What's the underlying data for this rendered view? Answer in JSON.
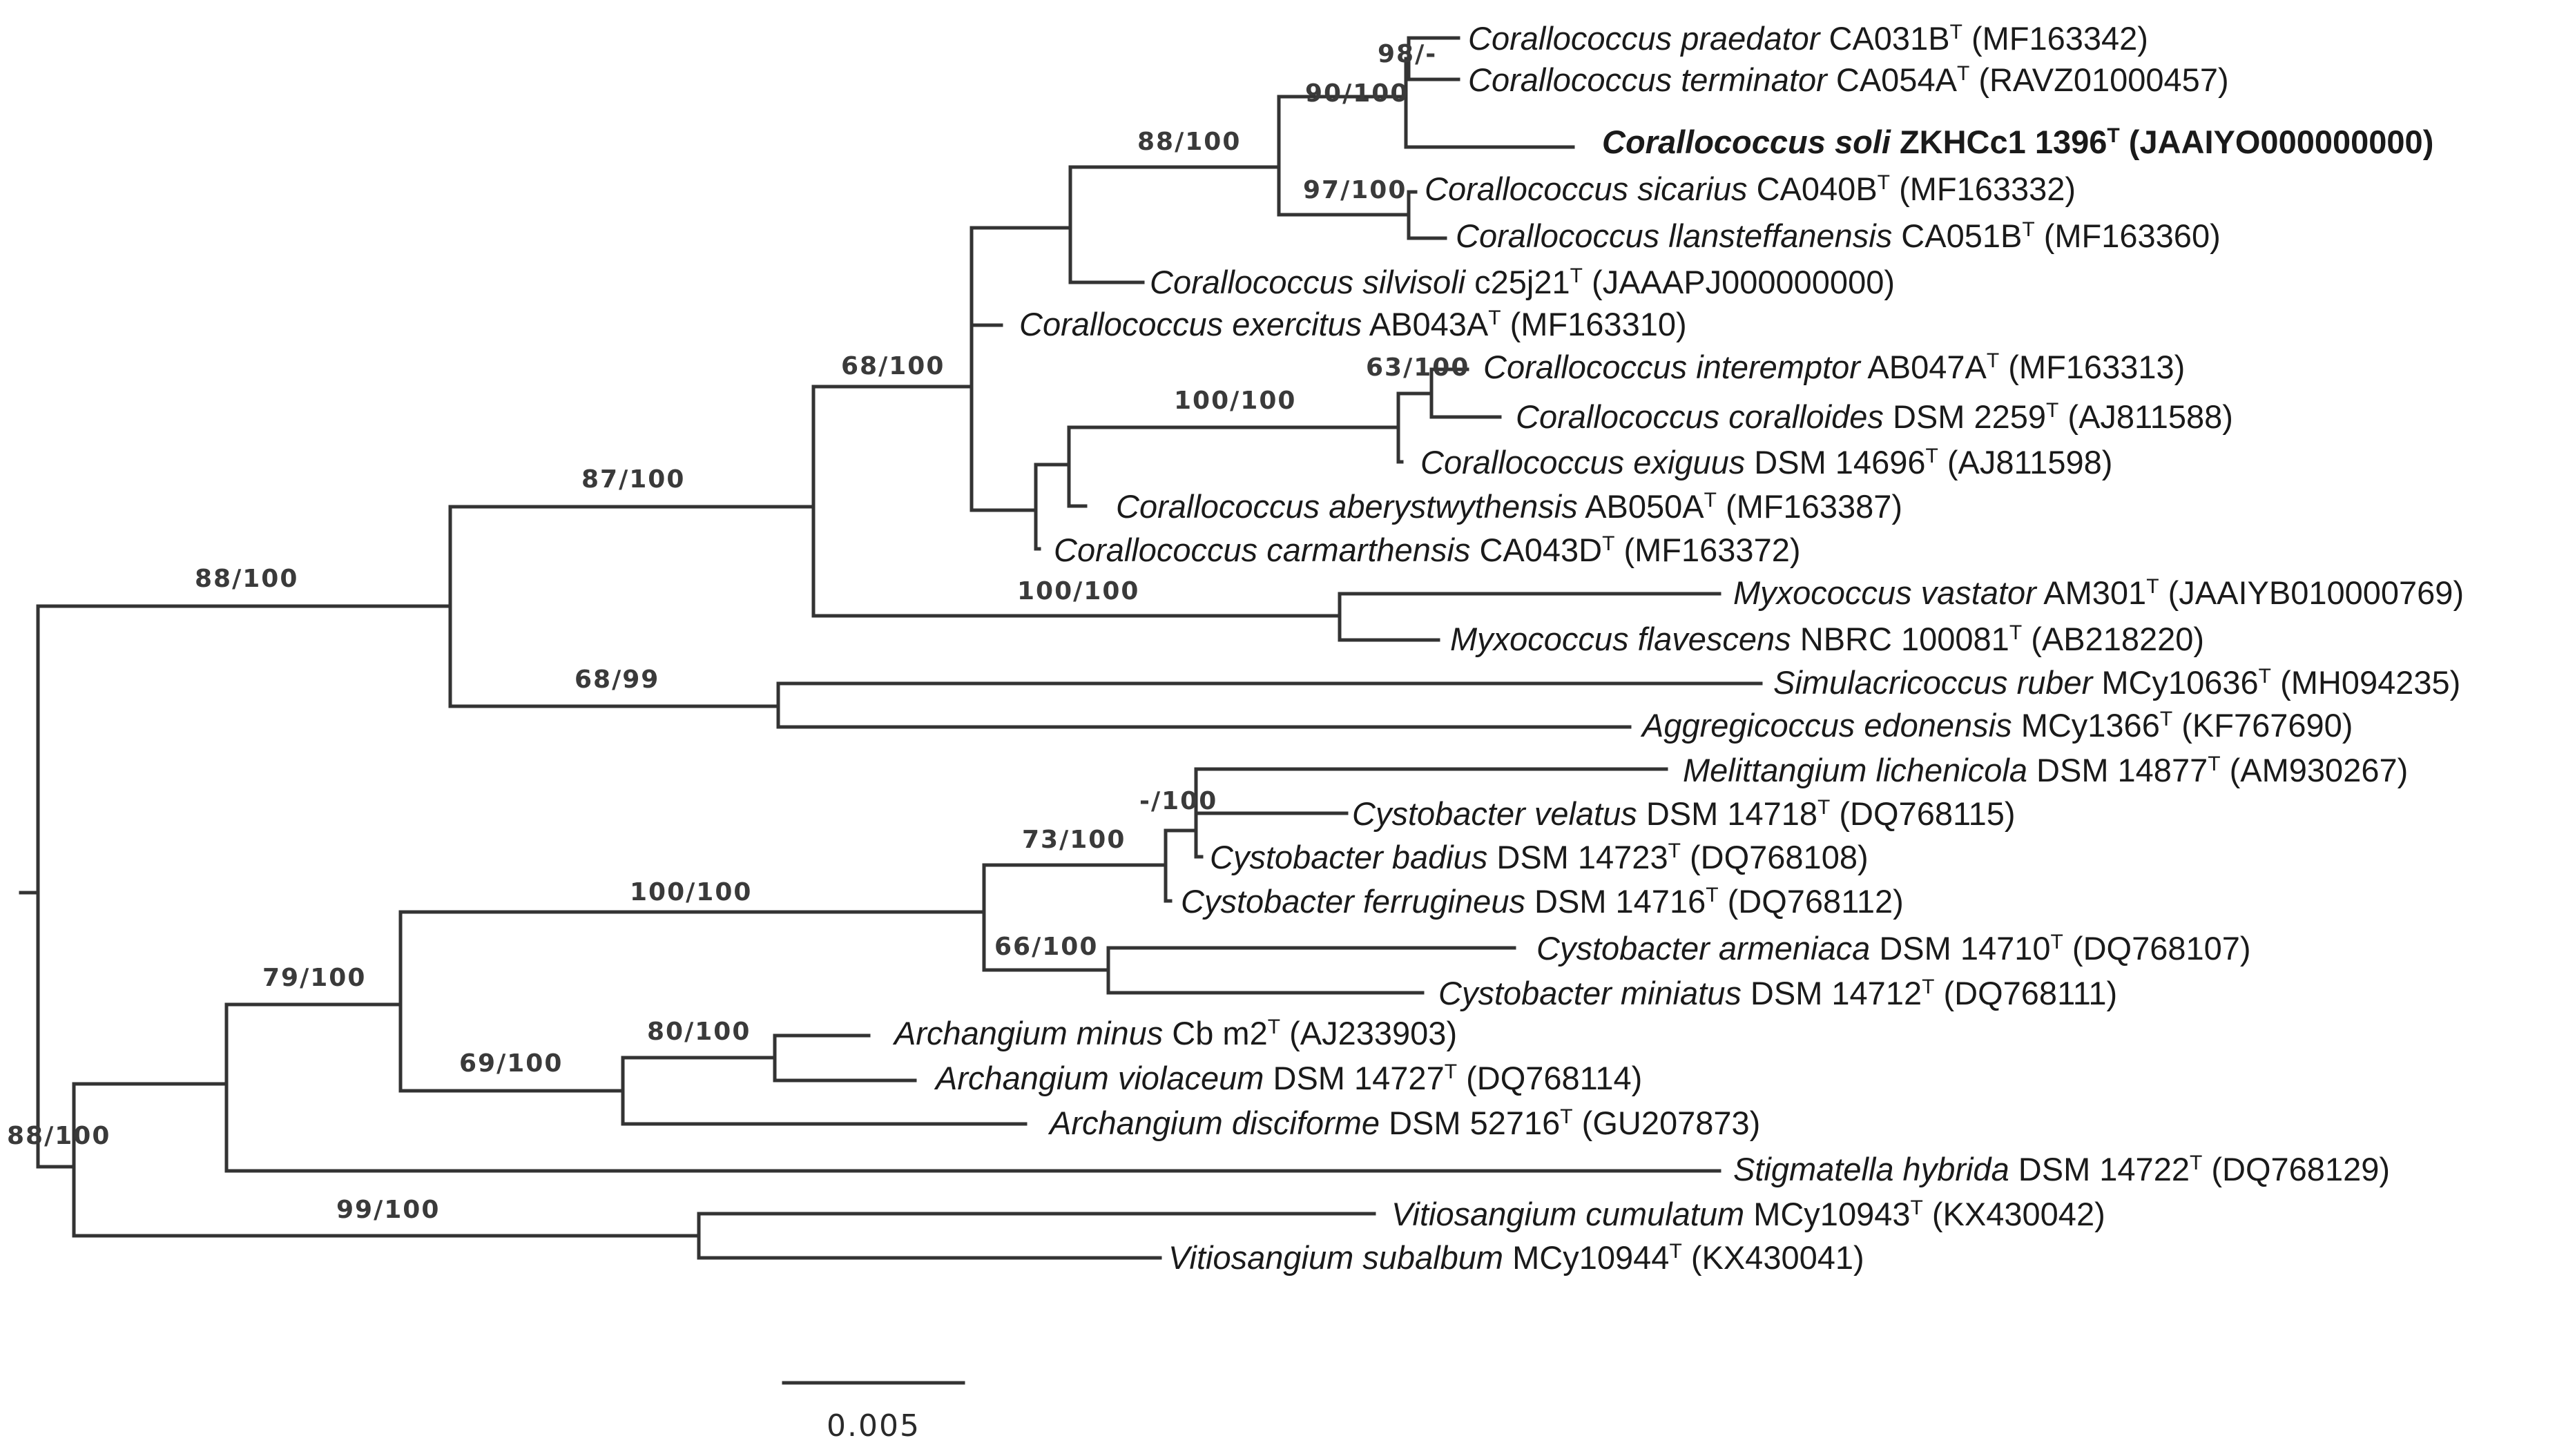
{
  "taxa": [
    {
      "id": "praedator",
      "genus_species": "Corallococcus praedator",
      "strain": "CA031B",
      "sup": "T",
      "accession": "(MF163342)"
    },
    {
      "id": "terminator",
      "genus_species": "Corallococcus terminator",
      "strain": "CA054A",
      "sup": "T",
      "accession": "(RAVZ01000457)"
    },
    {
      "id": "soli",
      "genus_species": "Corallococcus  soli",
      "strain": "ZKHCc1 1396",
      "sup": "T",
      "accession": "(JAAIYO000000000)",
      "bold": true
    },
    {
      "id": "sicarius",
      "genus_species": "Corallococcus sicarius",
      "strain": "CA040B",
      "sup": "T",
      "accession": "(MF163332)"
    },
    {
      "id": "llansteffanensis",
      "genus_species": "Corallococcus llansteffanensis",
      "strain": "CA051B",
      "sup": "T",
      "accession": "(MF163360)"
    },
    {
      "id": "silvisoli",
      "genus_species": "Corallococcus silvisoli",
      "strain": "c25j21",
      "sup": "T",
      "accession": "(JAAAPJ000000000)"
    },
    {
      "id": "exercitus",
      "genus_species": "Corallococcus exercitus",
      "strain": "AB043A",
      "sup": "T",
      "accession": "(MF163310)"
    },
    {
      "id": "interemptor",
      "genus_species": "Corallococcus interemptor",
      "strain": "AB047A",
      "sup": "T",
      "accession": "(MF163313)"
    },
    {
      "id": "coralloides",
      "genus_species": "Corallococcus coralloides",
      "strain": "DSM 2259",
      "sup": "T",
      "accession": "(AJ811588)"
    },
    {
      "id": "exiguus",
      "genus_species": "Corallococcus exiguus",
      "strain": "DSM 14696",
      "sup": "T",
      "accession": "(AJ811598)"
    },
    {
      "id": "aberystwythensis",
      "genus_species": "Corallococcus aberystwythensis",
      "strain": "AB050A",
      "sup": "T",
      "accession": "(MF163387)"
    },
    {
      "id": "carmarthensis",
      "genus_species": "Corallococcus carmarthensis",
      "strain": "CA043D",
      "sup": "T",
      "accession": "(MF163372)"
    },
    {
      "id": "vastator",
      "genus_species": "Myxococcus vastator",
      "strain": "AM301",
      "sup": "T",
      "accession": "(JAAIYB010000769)"
    },
    {
      "id": "flavescens",
      "genus_species": "Myxococcus flavescens",
      "strain": "NBRC 100081",
      "sup": "T",
      "accession": "(AB218220)"
    },
    {
      "id": "ruber",
      "genus_species": "Simulacricoccus ruber",
      "strain": "MCy10636",
      "sup": "T",
      "accession": "(MH094235)"
    },
    {
      "id": "edonensis",
      "genus_species": "Aggregicoccus edonensis",
      "strain": "MCy1366",
      "sup": "T",
      "accession": "(KF767690)"
    },
    {
      "id": "lichenicola",
      "genus_species": "Melittangium lichenicola",
      "strain": "DSM 14877",
      "sup": "T",
      "accession": "(AM930267)"
    },
    {
      "id": "velatus",
      "genus_species": "Cystobacter velatus",
      "strain": "DSM 14718",
      "sup": "T",
      "accession": "(DQ768115)"
    },
    {
      "id": "badius",
      "genus_species": "Cystobacter badius",
      "strain": "DSM 14723",
      "sup": "T",
      "accession": "(DQ768108)"
    },
    {
      "id": "ferrugineus",
      "genus_species": "Cystobacter ferrugineus",
      "strain": "DSM 14716",
      "sup": "T",
      "accession": "(DQ768112)"
    },
    {
      "id": "armeniaca",
      "genus_species": "Cystobacter armeniaca",
      "strain": "DSM 14710",
      "sup": "T",
      "accession": "(DQ768107)"
    },
    {
      "id": "miniatus",
      "genus_species": "Cystobacter miniatus",
      "strain": "DSM 14712",
      "sup": "T",
      "accession": "(DQ768111)"
    },
    {
      "id": "minus",
      "genus_species": "Archangium minus",
      "strain": "Cb m2",
      "sup": "T",
      "accession": "(AJ233903)"
    },
    {
      "id": "violaceum",
      "genus_species": "Archangium violaceum",
      "strain": "DSM 14727",
      "sup": "T",
      "accession": "(DQ768114)"
    },
    {
      "id": "disciforme",
      "genus_species": "Archangium disciforme",
      "strain": "DSM 52716",
      "sup": "T",
      "accession": "(GU207873)"
    },
    {
      "id": "hybrida",
      "genus_species": "Stigmatella hybrida",
      "strain": "DSM 14722",
      "sup": "T",
      "accession": "(DQ768129)"
    },
    {
      "id": "cumulatum",
      "genus_species": "Vitiosangium cumulatum",
      "strain": "MCy10943",
      "sup": "T",
      "accession": "(KX430042)"
    },
    {
      "id": "subalbum",
      "genus_species": "Vitiosangium subalbum",
      "strain": "MCy10944",
      "sup": "T",
      "accession": "(KX430041)"
    }
  ],
  "support_values": [
    {
      "id": "s_98",
      "text": "98/-"
    },
    {
      "id": "s_90_100",
      "text": "90/100"
    },
    {
      "id": "s_88_100_top",
      "text": "88/100"
    },
    {
      "id": "s_97_100",
      "text": "97/100"
    },
    {
      "id": "s_68_100",
      "text": "68/100"
    },
    {
      "id": "s_63_100",
      "text": "63/100"
    },
    {
      "id": "s_100_100_a",
      "text": "100/100"
    },
    {
      "id": "s_87_100",
      "text": "87/100"
    },
    {
      "id": "s_88_100_mid",
      "text": "88/100"
    },
    {
      "id": "s_100_100_b",
      "text": "100/100"
    },
    {
      "id": "s_68_99",
      "text": "68/99"
    },
    {
      "id": "s_m_100",
      "text": "-/100"
    },
    {
      "id": "s_73_100",
      "text": "73/100"
    },
    {
      "id": "s_100_100_c",
      "text": "100/100"
    },
    {
      "id": "s_66_100",
      "text": "66/100"
    },
    {
      "id": "s_79_100",
      "text": "79/100"
    },
    {
      "id": "s_80_100",
      "text": "80/100"
    },
    {
      "id": "s_69_100",
      "text": "69/100"
    },
    {
      "id": "s_88_100_root",
      "text": "88/100"
    },
    {
      "id": "s_99_100",
      "text": "99/100"
    }
  ],
  "scale_bar": {
    "label": "0.005"
  }
}
